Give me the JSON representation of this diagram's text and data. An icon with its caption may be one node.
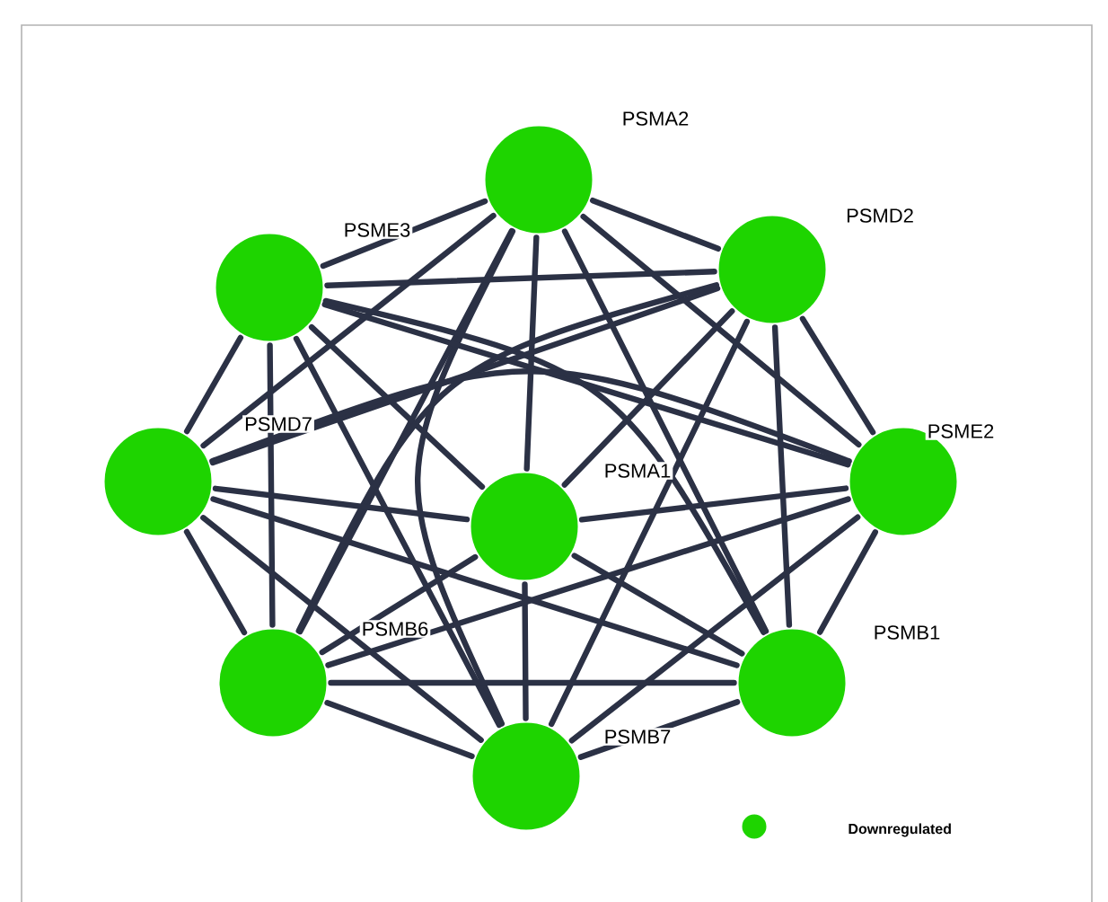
{
  "diagram": {
    "nodes": [
      {
        "text": [],
        "shape": "circle",
        "beside": [
          "PSMA2"
        ]
      },
      {
        "text": [],
        "shape": "circle",
        "beside": [
          "PSME3"
        ]
      },
      {
        "text": [],
        "shape": "circle",
        "beside": [
          "PSMD2"
        ]
      },
      {
        "text": [],
        "shape": "circle",
        "beside": [
          "PSMD7"
        ]
      },
      {
        "text": [],
        "shape": "circle",
        "beside": [
          "PSMA1"
        ]
      },
      {
        "text": [],
        "shape": "circle",
        "beside": [
          "PSME2"
        ]
      },
      {
        "text": [],
        "shape": "circle",
        "beside": [
          "PSMB6"
        ]
      },
      {
        "text": [],
        "shape": "circle",
        "beside": [
          "PSMB1"
        ]
      },
      {
        "text": [],
        "shape": "circle",
        "beside": [
          "PSMB7"
        ]
      }
    ],
    "edges": [
      {
        "from": 0,
        "to": 1,
        "arrow": "none"
      },
      {
        "from": 0,
        "to": 2,
        "arrow": "none"
      },
      {
        "from": 0,
        "to": 3,
        "arrow": "none"
      },
      {
        "from": 0,
        "to": 4,
        "arrow": "none"
      },
      {
        "from": 0,
        "to": 5,
        "arrow": "none"
      },
      {
        "from": 0,
        "to": 6,
        "arrow": "none"
      },
      {
        "from": 0,
        "to": 7,
        "arrow": "none"
      },
      {
        "from": 0,
        "to": 8,
        "arrow": "none"
      },
      {
        "from": 1,
        "to": 2,
        "arrow": "none"
      },
      {
        "from": 1,
        "to": 3,
        "arrow": "none"
      },
      {
        "from": 1,
        "to": 4,
        "arrow": "none"
      },
      {
        "from": 1,
        "to": 5,
        "arrow": "none"
      },
      {
        "from": 1,
        "to": 6,
        "arrow": "none"
      },
      {
        "from": 1,
        "to": 7,
        "arrow": "none"
      },
      {
        "from": 1,
        "to": 8,
        "arrow": "none"
      },
      {
        "from": 2,
        "to": 3,
        "arrow": "none"
      },
      {
        "from": 2,
        "to": 4,
        "arrow": "none"
      },
      {
        "from": 2,
        "to": 5,
        "arrow": "none"
      },
      {
        "from": 2,
        "to": 6,
        "arrow": "none"
      },
      {
        "from": 2,
        "to": 7,
        "arrow": "none"
      },
      {
        "from": 2,
        "to": 8,
        "arrow": "none"
      },
      {
        "from": 3,
        "to": 4,
        "arrow": "none"
      },
      {
        "from": 3,
        "to": 5,
        "arrow": "none"
      },
      {
        "from": 3,
        "to": 6,
        "arrow": "none"
      },
      {
        "from": 3,
        "to": 7,
        "arrow": "none"
      },
      {
        "from": 3,
        "to": 8,
        "arrow": "none"
      },
      {
        "from": 4,
        "to": 5,
        "arrow": "none"
      },
      {
        "from": 4,
        "to": 6,
        "arrow": "none"
      },
      {
        "from": 4,
        "to": 7,
        "arrow": "none"
      },
      {
        "from": 4,
        "to": 8,
        "arrow": "none"
      },
      {
        "from": 5,
        "to": 6,
        "arrow": "none"
      },
      {
        "from": 5,
        "to": 7,
        "arrow": "none"
      },
      {
        "from": 5,
        "to": 8,
        "arrow": "none"
      },
      {
        "from": 6,
        "to": 7,
        "arrow": "none"
      },
      {
        "from": 6,
        "to": 8,
        "arrow": "none"
      },
      {
        "from": 7,
        "to": 8,
        "arrow": "none"
      }
    ],
    "legend": [
      {
        "text": "Downregulated",
        "color": "#1ed400"
      }
    ]
  }
}
